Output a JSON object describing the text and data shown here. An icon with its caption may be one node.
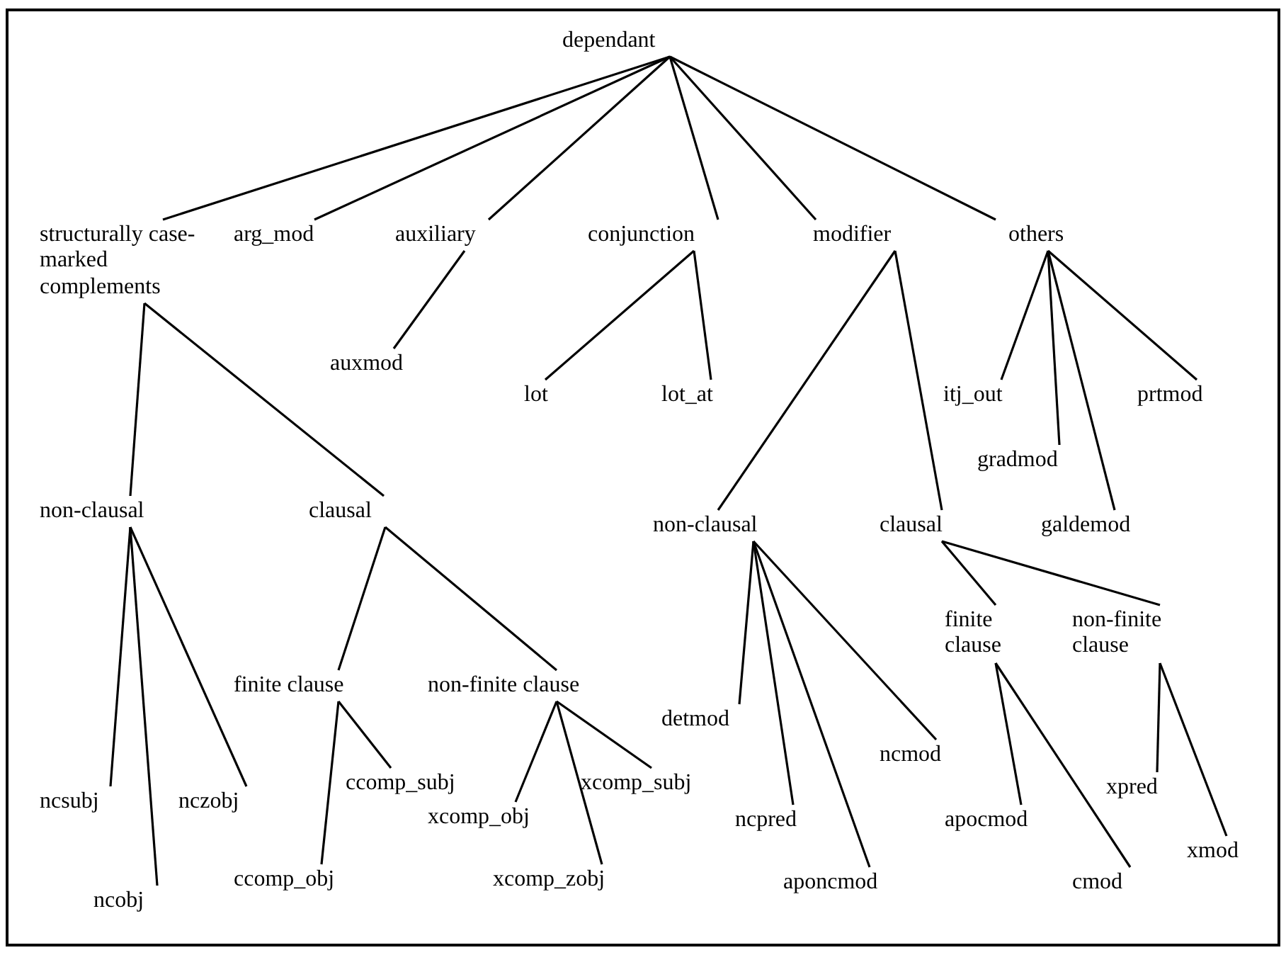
{
  "diagram": {
    "nodes": [
      {
        "text": [
          "dependant"
        ]
      },
      {
        "text": [
          "structurally case-marked complements"
        ]
      },
      {
        "text": [
          "arg_mod"
        ]
      },
      {
        "text": [
          "auxiliary"
        ]
      },
      {
        "text": [
          "conjunction"
        ]
      },
      {
        "text": [
          "modifier"
        ]
      },
      {
        "text": [
          "others"
        ]
      },
      {
        "text": [
          "auxmod"
        ]
      },
      {
        "text": [
          "lot"
        ]
      },
      {
        "text": [
          "lot_at"
        ]
      },
      {
        "text": [
          "itj_out"
        ]
      },
      {
        "text": [
          "gradmod"
        ]
      },
      {
        "text": [
          "prtmod"
        ]
      },
      {
        "text": [
          "non-clausal"
        ]
      },
      {
        "text": [
          "clausal"
        ]
      },
      {
        "text": [
          "non-clausal"
        ]
      },
      {
        "text": [
          "clausal"
        ]
      },
      {
        "text": [
          "galdemod"
        ]
      },
      {
        "text": [
          "finite clause"
        ]
      },
      {
        "text": [
          "non-finite clause"
        ]
      },
      {
        "text": [
          "finite clause"
        ]
      },
      {
        "text": [
          "non-finite clause"
        ]
      },
      {
        "text": [
          "ncsubj"
        ]
      },
      {
        "text": [
          "ncobj"
        ]
      },
      {
        "text": [
          "nczobj"
        ]
      },
      {
        "text": [
          "ccomp_subj"
        ]
      },
      {
        "text": [
          "xcomp_obj"
        ]
      },
      {
        "text": [
          "xcomp_subj"
        ]
      },
      {
        "text": [
          "ccomp_obj"
        ]
      },
      {
        "text": [
          "xcomp_zobj"
        ]
      },
      {
        "text": [
          "detmod"
        ]
      },
      {
        "text": [
          "ncpred"
        ]
      },
      {
        "text": [
          "ncmod"
        ]
      },
      {
        "text": [
          "aponcmod"
        ]
      },
      {
        "text": [
          "apocmod"
        ]
      },
      {
        "text": [
          "cmod"
        ]
      },
      {
        "text": [
          "xpred"
        ]
      },
      {
        "text": [
          "xmod"
        ]
      }
    ],
    "edges": [
      {
        "from": 0,
        "to": 1,
        "arrow": "none"
      },
      {
        "from": 0,
        "to": 2,
        "arrow": "none"
      },
      {
        "from": 0,
        "to": 3,
        "arrow": "none"
      },
      {
        "from": 0,
        "to": 4,
        "arrow": "none"
      },
      {
        "from": 0,
        "to": 5,
        "arrow": "none"
      },
      {
        "from": 0,
        "to": 6,
        "arrow": "none"
      },
      {
        "from": 3,
        "to": 7,
        "arrow": "none"
      },
      {
        "from": 4,
        "to": 8,
        "arrow": "none"
      },
      {
        "from": 4,
        "to": 9,
        "arrow": "none"
      },
      {
        "from": 5,
        "to": 15,
        "arrow": "none"
      },
      {
        "from": 5,
        "to": 16,
        "arrow": "none"
      },
      {
        "from": 6,
        "to": 10,
        "arrow": "none"
      },
      {
        "from": 6,
        "to": 11,
        "arrow": "none"
      },
      {
        "from": 6,
        "to": 17,
        "arrow": "none"
      },
      {
        "from": 6,
        "to": 12,
        "arrow": "none"
      },
      {
        "from": 1,
        "to": 13,
        "arrow": "none"
      },
      {
        "from": 1,
        "to": 14,
        "arrow": "none"
      },
      {
        "from": 13,
        "to": 22,
        "arrow": "none"
      },
      {
        "from": 13,
        "to": 23,
        "arrow": "none"
      },
      {
        "from": 13,
        "to": 24,
        "arrow": "none"
      },
      {
        "from": 14,
        "to": 18,
        "arrow": "none"
      },
      {
        "from": 14,
        "to": 19,
        "arrow": "none"
      },
      {
        "from": 18,
        "to": 28,
        "arrow": "none"
      },
      {
        "from": 18,
        "to": 25,
        "arrow": "none"
      },
      {
        "from": 19,
        "to": 26,
        "arrow": "none"
      },
      {
        "from": 19,
        "to": 29,
        "arrow": "none"
      },
      {
        "from": 19,
        "to": 27,
        "arrow": "none"
      },
      {
        "from": 15,
        "to": 30,
        "arrow": "none"
      },
      {
        "from": 15,
        "to": 31,
        "arrow": "none"
      },
      {
        "from": 15,
        "to": 33,
        "arrow": "none"
      },
      {
        "from": 15,
        "to": 32,
        "arrow": "none"
      },
      {
        "from": 16,
        "to": 20,
        "arrow": "none"
      },
      {
        "from": 16,
        "to": 21,
        "arrow": "none"
      },
      {
        "from": 20,
        "to": 34,
        "arrow": "none"
      },
      {
        "from": 20,
        "to": 35,
        "arrow": "none"
      },
      {
        "from": 21,
        "to": 36,
        "arrow": "none"
      },
      {
        "from": 21,
        "to": 37,
        "arrow": "none"
      }
    ]
  }
}
